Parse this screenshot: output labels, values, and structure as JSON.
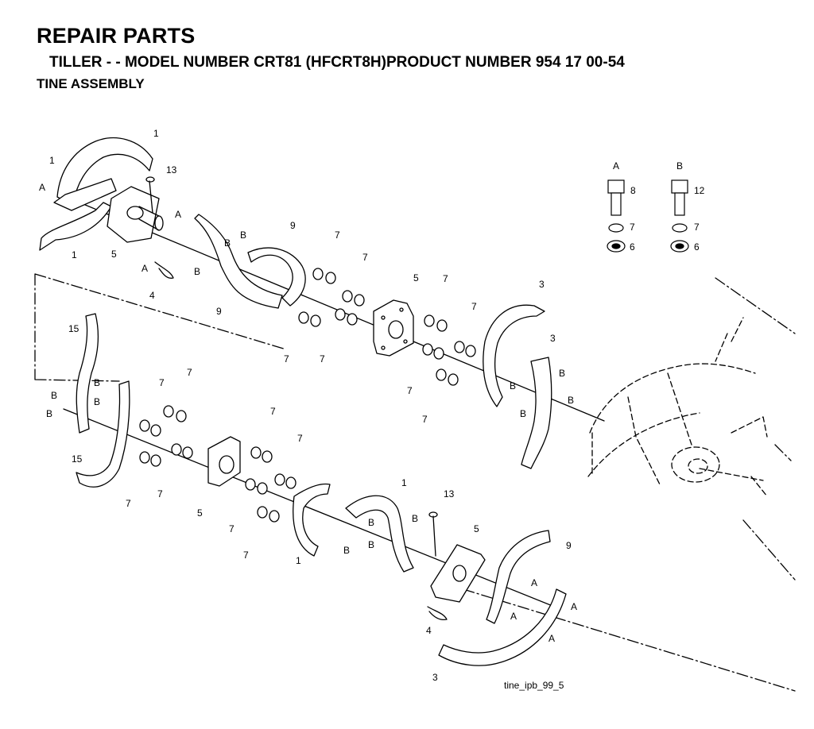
{
  "header": {
    "title": "REPAIR PARTS",
    "subtitle": "TILLER - - MODEL NUMBER CRT81 (HFCRT8H)PRODUCT NUMBER 954 17 00-54",
    "section": "TINE ASSEMBLY"
  },
  "figure_id": "tine_ipb_99_5",
  "hardware_sets": [
    {
      "set": "A",
      "bolt": "8",
      "lockwasher": "7",
      "nut": "6"
    },
    {
      "set": "B",
      "bolt": "12",
      "lockwasher": "7",
      "nut": "6"
    }
  ],
  "callouts": [
    {
      "n": "1"
    },
    {
      "n": "3"
    },
    {
      "n": "4"
    },
    {
      "n": "5"
    },
    {
      "n": "6"
    },
    {
      "n": "7"
    },
    {
      "n": "8"
    },
    {
      "n": "9"
    },
    {
      "n": "12"
    },
    {
      "n": "13"
    },
    {
      "n": "15"
    },
    {
      "n": "A"
    },
    {
      "n": "B"
    }
  ]
}
